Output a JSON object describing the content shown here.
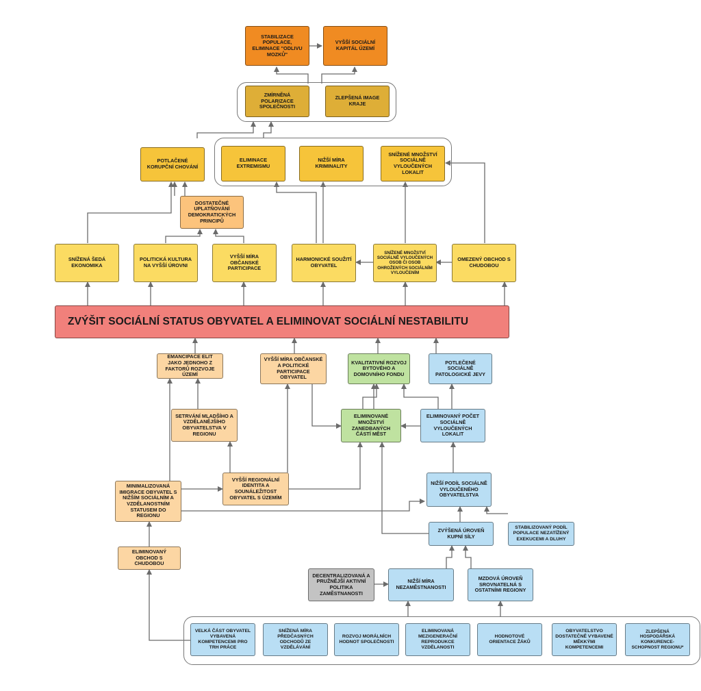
{
  "goal": "ZVÝŠIT SOCIÁLNÍ STATUS OBYVATEL A ELIMINOVAT SOCIÁLNÍ NESTABILITU",
  "nodes": {
    "stabilizace": "STABILIZACE POPULACE, ELIMINACE \"ODLIVU MOZKŮ\"",
    "vyssi_kapital": "VYŠŠÍ SOCIÁLNÍ KAPITÁL ÚZEMÍ",
    "zmirnena": "ZMÍRNĚNÁ POLARIZACE SPOLEČNOSTI",
    "zlepsena_image": "ZLEPŠENÁ IMAGE KRAJE",
    "korupce": "POTLAČENÉ KORUPČNÍ CHOVÁNÍ",
    "extremismus": "ELIMINACE EXTREMISMU",
    "kriminalita": "NIŽŠÍ MÍRA KRIMINALITY",
    "lokality_top": "SNÍŽENÉ MNOŽSTVÍ SOCIÁLNĚ VYLOUČENÝCH LOKALIT",
    "demokracie": "DOSTATEČNÉ UPLATŇOVÁNÍ DEMOKRATICKÝCH PRINCIPŮ",
    "seda": "SNÍŽENÁ ŠEDÁ EKONOMIKA",
    "kultura": "POLITICKÁ KULTURA NA VYŠŠÍ ÚROVNI",
    "participace_top": "VYŠŠÍ MÍRA OBČANSKÉ PARTICIPACE",
    "souziti": "HARMONICKÉ SOUŽITÍ OBYVATEL",
    "osoby": "SNÍŽENÉ MNOŽSTVÍ SOCIÁLNĚ VYLOUČENÝCH OSOB ČI OSOB OHROŽENÝCH SOCIÁLNÍM VYLOUČENÍM",
    "obchod_top": "OMEZENÝ OBCHOD S CHUDOBOU",
    "emancipace": "EMANCIPACE ELIT JAKO JEDNOHO Z FAKTORŮ ROZVOJE ÚZEMÍ",
    "participace_low": "VYŠŠÍ MÍRA OBČANSKÉ A POLITICKÉ PARTICIPACE OBYVATEL",
    "bytovy": "KVALITATIVNÍ ROZVOJ BYTOVÉHO A DOMOVNÍHO FONDU",
    "patologie": "POTLEČENÉ SOCIÁLNĚ PATOLOGICKÉ JEVY",
    "setrvani": "SETRVÁNÍ MLADŠÍHO A VZDĚLANĚJŠÍHO OBYVATELSTVA V REGIONU",
    "zanedbane": "ELIMINOVANÉ MNOŽSTVÍ ZANEDBANÝCH ČÁSTÍ MĚST",
    "lokality_low": "ELIMINOVANÝ POČET SOCIÁLNĚ VYLOUČENÝCH LOKALIT",
    "imigrace": "MINIMALIZOVANÁ IMIGRACE OBYVATEL S NIŽŠÍM SOCIÁLNÍM A VZDĚLANOSTNÍM STATUSEM DO REGIONU",
    "identita": "VYŠŠÍ REGIONÁLNÍ IDENTITA A SOUNÁLEŽITOST OBYVATEL S ÚZEMÍM",
    "podil": "NIŽŠÍ PODÍL SOCIÁLNĚ VYLOUČENÉHO OBYVATELSTVA",
    "obchod_low": "ELIMINOVANÝ OBCHOD S CHUDOBOU",
    "kupni": "ZVÝŠENÁ ÚROVEŇ KUPNÍ SÍLY",
    "stabilizovany": "STABILIZOVANÝ PODÍL POPULACE NEZATÍŽENÝ EXEKUCEMI A DLUHY",
    "decentral": "DECENTRALIZOVANÁ A PRUŽNĚJŠÍ AKTIVNÍ POLITIKA ZAMĚSTNANOSTI",
    "nezamestnanost": "NIŽŠÍ MÍRA NEZAMĚSTNANOSTI",
    "mzdova": "MZDOVÁ ÚROVEŇ SROVNATELNÁ S OSTATNÍMI REGIONY",
    "b1": "VELKÁ ČÁST OBYVATEL VYBAVENÁ KOMPETENCEMI PRO TRH PRÁCE",
    "b2": "SNÍŽENÁ MÍRA PŘEDČASNÝCH ODCHODŮ ZE VZDĚLÁVÁNÍ",
    "b3": "ROZVOJ MORÁLNÍCH HODNOT SPOLEČNOSTI",
    "b4": "ELIMINOVANÁ MEZIGENERAČNÍ REPRODUKCE VZDĚLANOSTI",
    "b5": "HODNOTOVÉ ORIENTACE ŽÁKŮ",
    "b6": "OBYVATELSTVO DOSTATEČNĚ VYBAVENÉ MĚKKÝMI KOMPETENCEMI",
    "b7": "ZLEPŠENÁ HOSPODÁŘSKÁ KONKURENCE-SCHOPNOST REGIONU*"
  }
}
